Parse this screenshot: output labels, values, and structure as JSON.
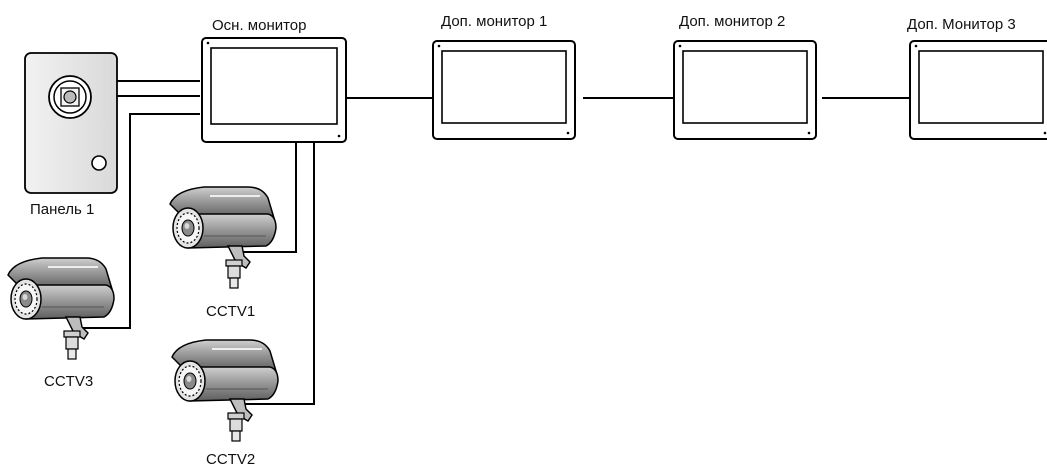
{
  "diagram": {
    "monitors": [
      {
        "id": "main",
        "label": "Осн. монитор"
      },
      {
        "id": "ext1",
        "label": "Доп. монитор 1"
      },
      {
        "id": "ext2",
        "label": "Доп. монитор 2"
      },
      {
        "id": "ext3",
        "label": "Доп. Монитор 3"
      }
    ],
    "panel": {
      "label": "Панель 1"
    },
    "cameras": [
      {
        "id": "cctv1",
        "label": "CCTV1"
      },
      {
        "id": "cctv2",
        "label": "CCTV2"
      },
      {
        "id": "cctv3",
        "label": "CCTV3"
      }
    ],
    "colors": {
      "line": "#000000",
      "background": "#ffffff",
      "camera_body": "#9a9a9a",
      "panel_body": "#e6e6e6"
    }
  }
}
